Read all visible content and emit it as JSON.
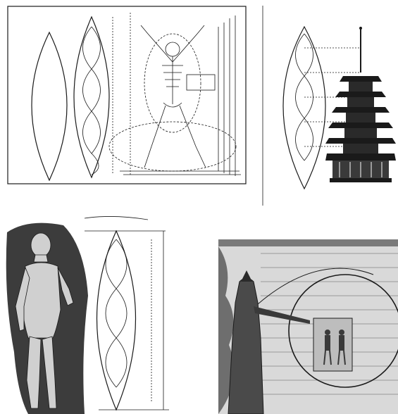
{
  "panels": [
    {
      "id": "vesica-skeleton",
      "description_hidden": true
    },
    {
      "id": "vesica-pagoda",
      "description_hidden": true
    },
    {
      "id": "vesica-statue",
      "caption": ""
    },
    {
      "id": "engraving-wall",
      "description_hidden": true
    }
  ],
  "colors": {
    "ink": "#1a1a1a",
    "paper": "#ffffff",
    "engraving_bg": "#d9d9d9"
  }
}
